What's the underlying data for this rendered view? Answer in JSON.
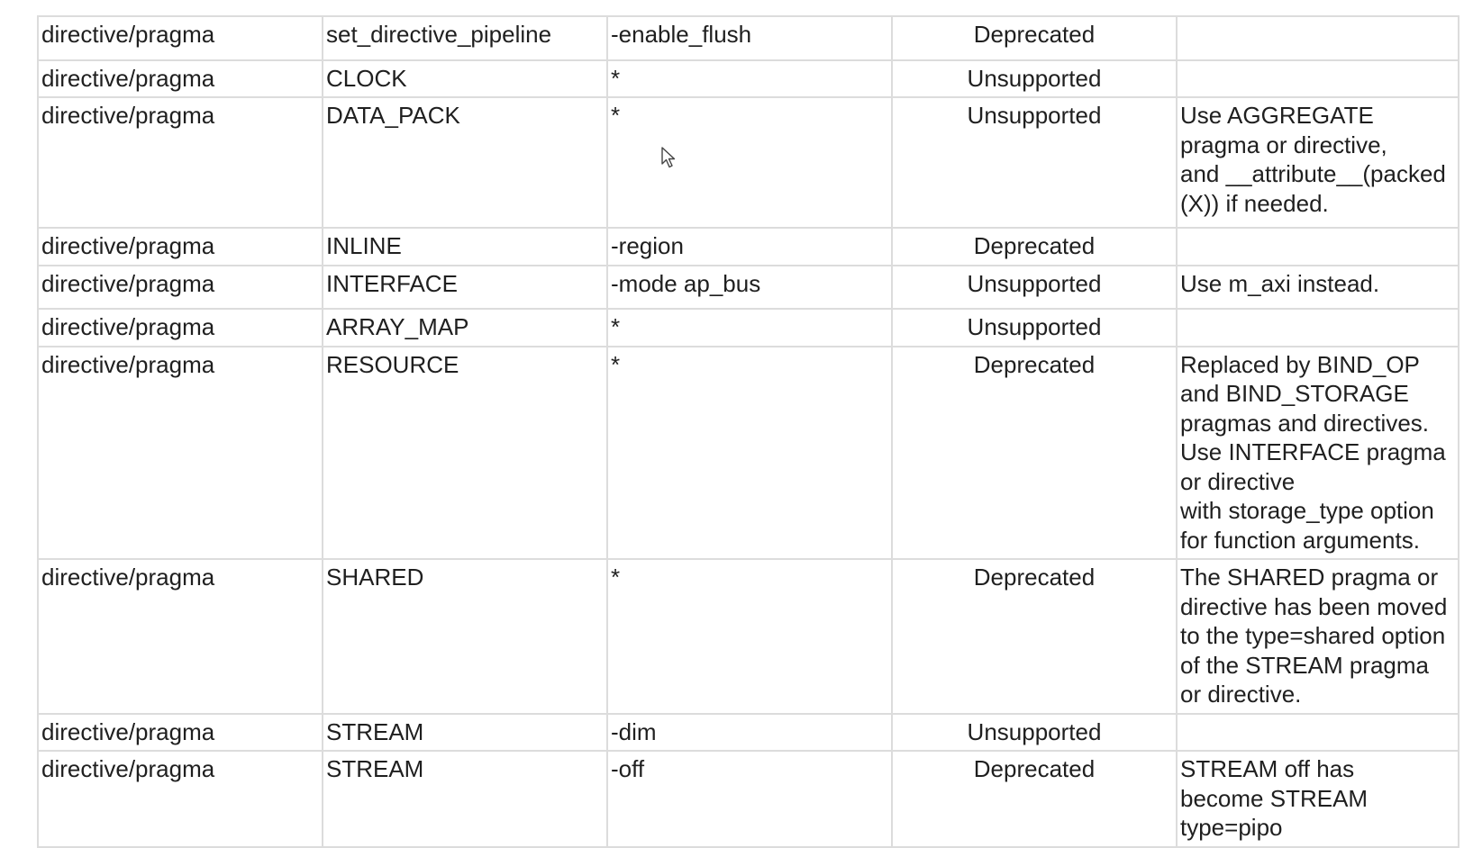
{
  "table": {
    "rows": [
      {
        "type": "directive/pragma",
        "name": "set_directive_pipeline",
        "option": "-enable_flush",
        "status": "Deprecated",
        "note": ""
      },
      {
        "type": "directive/pragma",
        "name": "CLOCK",
        "option": "*",
        "status": "Unsupported",
        "note": ""
      },
      {
        "type": "directive/pragma",
        "name": "DATA_PACK",
        "option": "*",
        "status": "Unsupported",
        "note": "Use AGGREGATE\npragma or directive,\nand __attribute__(packed\n(X)) if needed."
      },
      {
        "type": "directive/pragma",
        "name": "INLINE",
        "option": "-region",
        "status": "Deprecated",
        "note": ""
      },
      {
        "type": "directive/pragma",
        "name": "INTERFACE",
        "option": "-mode ap_bus",
        "status": "Unsupported",
        "note": "Use m_axi instead."
      },
      {
        "type": "directive/pragma",
        "name": "ARRAY_MAP",
        "option": "*",
        "status": "Unsupported",
        "note": ""
      },
      {
        "type": "directive/pragma",
        "name": "RESOURCE",
        "option": "*",
        "status": "Deprecated",
        "note": "Replaced by BIND_OP\nand BIND_STORAGE\npragmas and directives.\nUse INTERFACE pragma\nor directive\nwith storage_type option\nfor function arguments."
      },
      {
        "type": "directive/pragma",
        "name": "SHARED",
        "option": "*",
        "status": "Deprecated",
        "note": "The SHARED pragma or\ndirective has been moved\nto the type=shared option\nof the STREAM pragma\nor directive."
      },
      {
        "type": "directive/pragma",
        "name": "STREAM",
        "option": "-dim",
        "status": "Unsupported",
        "note": ""
      },
      {
        "type": "directive/pragma",
        "name": "STREAM",
        "option": "-off",
        "status": "Deprecated",
        "note": "STREAM off has\nbecome STREAM\ntype=pipo"
      }
    ]
  },
  "cursor": {
    "icon": "mouse-pointer-icon"
  }
}
